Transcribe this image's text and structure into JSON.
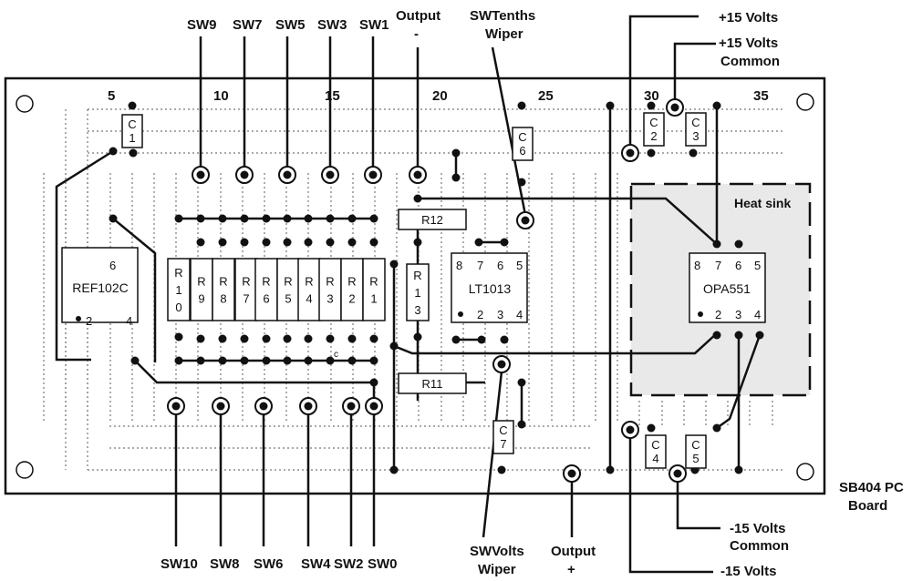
{
  "labels": {
    "sw9": "SW9",
    "sw7": "SW7",
    "sw5": "SW5",
    "sw3": "SW3",
    "sw1": "SW1",
    "output_minus_top": "Output",
    "output_minus_sign": "-",
    "swtenths_1": "SWTenths",
    "swtenths_2": "Wiper",
    "plus15": "+15 Volts",
    "plus15_common_1": "+15 Volts",
    "plus15_common_2": "Common",
    "board_1": "SB404 PC",
    "board_2": "Board",
    "minus15_common_1": "-15 Volts",
    "minus15_common_2": "Common",
    "minus15": "-15 Volts",
    "sw10": "SW10",
    "sw8": "SW8",
    "sw6": "SW6",
    "sw4": "SW4",
    "sw2": "SW2",
    "sw0": "SW0",
    "swvolts_1": "SWVolts",
    "swvolts_2": "Wiper",
    "output_plus_1": "Output",
    "output_plus_2": "+",
    "heat_sink": "Heat sink"
  },
  "column_numbers": [
    "5",
    "10",
    "15",
    "20",
    "25",
    "30",
    "35"
  ],
  "resistors_vertical": [
    {
      "name": "r10",
      "chars": [
        "R",
        "1",
        "0"
      ]
    },
    {
      "name": "r9",
      "chars": [
        "R",
        "9"
      ]
    },
    {
      "name": "r8",
      "chars": [
        "R",
        "8"
      ]
    },
    {
      "name": "r7",
      "chars": [
        "R",
        "7"
      ]
    },
    {
      "name": "r6",
      "chars": [
        "R",
        "6"
      ]
    },
    {
      "name": "r5",
      "chars": [
        "R",
        "5"
      ]
    },
    {
      "name": "r4",
      "chars": [
        "R",
        "4"
      ]
    },
    {
      "name": "r3",
      "chars": [
        "R",
        "3"
      ]
    },
    {
      "name": "r2",
      "chars": [
        "R",
        "2"
      ]
    },
    {
      "name": "r1",
      "chars": [
        "R",
        "1"
      ]
    },
    {
      "name": "r13",
      "chars": [
        "R",
        "1",
        "3"
      ]
    }
  ],
  "resistors_horizontal": {
    "r12": "R12",
    "r11": "R11"
  },
  "capacitors": [
    {
      "name": "c1",
      "chars": [
        "C",
        "1"
      ]
    },
    {
      "name": "c6",
      "chars": [
        "C",
        "6"
      ]
    },
    {
      "name": "c2",
      "chars": [
        "C",
        "2"
      ]
    },
    {
      "name": "c3",
      "chars": [
        "C",
        "3"
      ]
    },
    {
      "name": "c7",
      "chars": [
        "C",
        "7"
      ]
    },
    {
      "name": "c4",
      "chars": [
        "C",
        "4"
      ]
    },
    {
      "name": "c5",
      "chars": [
        "C",
        "5"
      ]
    }
  ],
  "ics": {
    "ref102c": {
      "name": "REF102C",
      "pins": [
        "6",
        "2",
        "4"
      ]
    },
    "lt1013": {
      "name": "LT1013",
      "pins_top": [
        "8",
        "7",
        "6",
        "5"
      ],
      "pins_bottom": [
        "2",
        "3",
        "4"
      ]
    },
    "opa551": {
      "name": "OPA551",
      "pins_top": [
        "8",
        "7",
        "6",
        "5"
      ],
      "pins_bottom": [
        "2",
        "3",
        "4"
      ]
    }
  },
  "misc": {
    "c_mark": "c"
  }
}
